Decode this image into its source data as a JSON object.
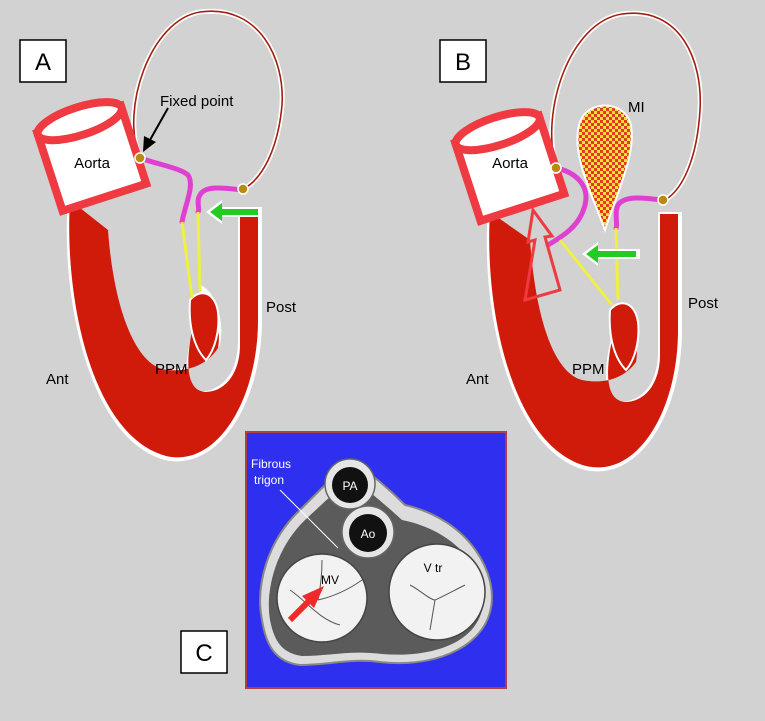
{
  "panels": {
    "a": {
      "label": "A",
      "aorta": "Aorta",
      "fixed_point": "Fixed point",
      "post": "Post",
      "ant": "Ant",
      "ppm": "PPM"
    },
    "b": {
      "label": "B",
      "aorta": "Aorta",
      "mi": "MI",
      "post": "Post",
      "ant": "Ant",
      "ppm": "PPM"
    },
    "c": {
      "label": "C",
      "fibrous_1": "Fibrous",
      "fibrous_2": "trigon",
      "pa": "PA",
      "ao": "Ao",
      "mv": "MV",
      "vtr": "V tr"
    }
  },
  "colors": {
    "background": "#d2d2d2",
    "wall": "#d01a0a",
    "aorta": "#ee3a40",
    "leaflet": "#e040d0",
    "chordae": "#f0f040",
    "arrow_green": "#22cc22",
    "photo_bg": "#2f2ff0",
    "node": "#b88a10"
  }
}
